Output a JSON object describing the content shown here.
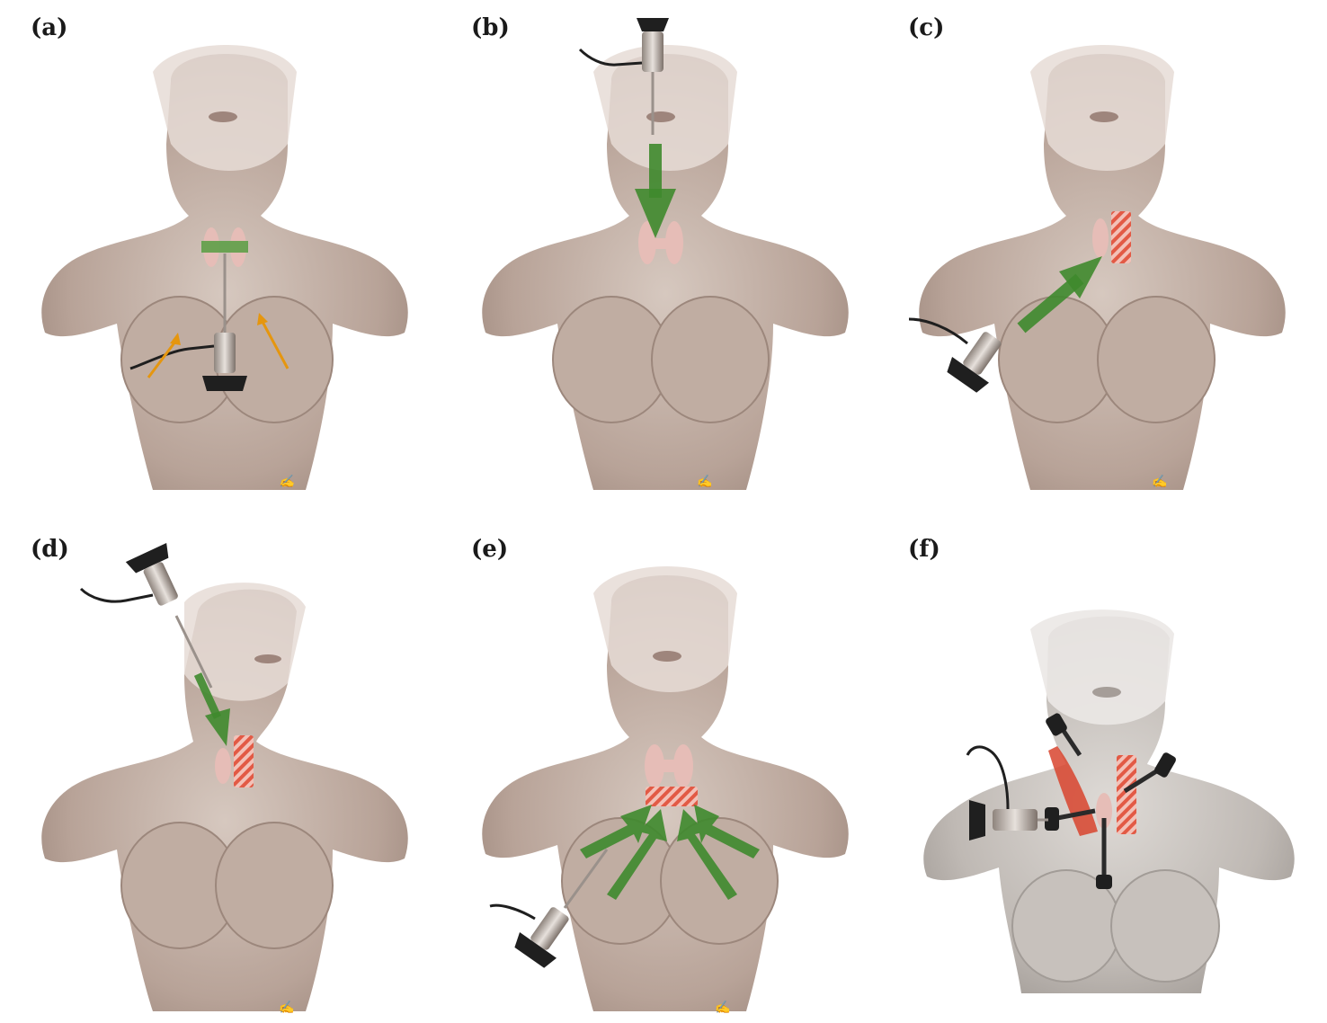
{
  "figure": {
    "panels": [
      {
        "id": "a",
        "label": "(a)"
      },
      {
        "id": "b",
        "label": "(b)"
      },
      {
        "id": "c",
        "label": "(c)"
      },
      {
        "id": "d",
        "label": "(d)"
      },
      {
        "id": "e",
        "label": "(e)"
      },
      {
        "id": "f",
        "label": "(f)"
      }
    ]
  },
  "colors": {
    "skin": "#c8b7ac",
    "skin_shadow": "#8f7d72",
    "thyroid": "#e2b6b0",
    "access_arrow": "#3f8a2e",
    "incision_arrow": "#e5960f",
    "resection_area": "#e25a45",
    "instrument_metal": "#b9aea6",
    "instrument_dark": "#1f1f1f"
  },
  "icons": {
    "scope": "endoscope-icon",
    "port": "trocar-icon"
  }
}
